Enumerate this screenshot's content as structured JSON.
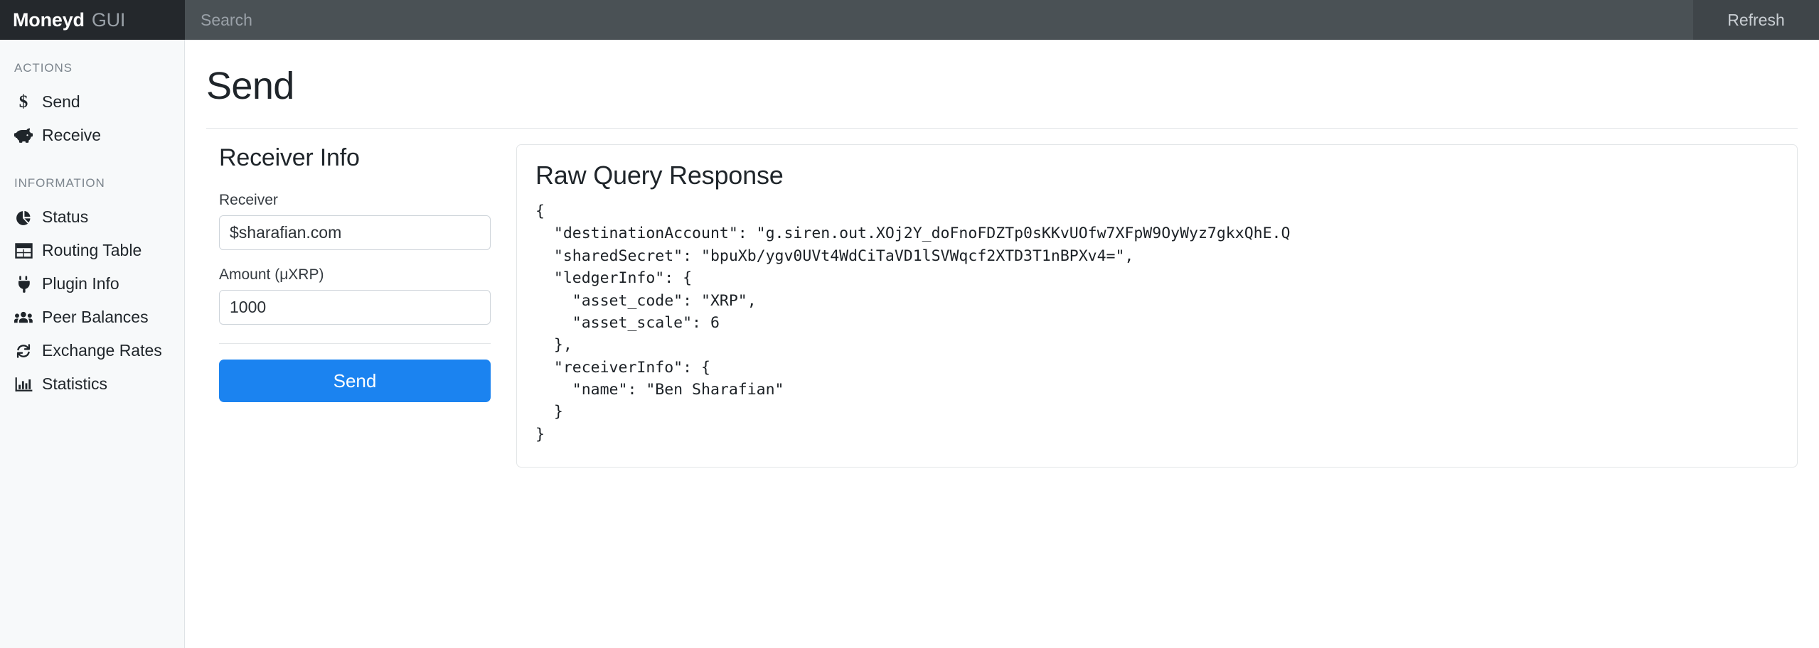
{
  "topbar": {
    "brand_name": "Moneyd",
    "brand_suffix": "GUI",
    "search_placeholder": "Search",
    "search_value": "",
    "refresh_label": "Refresh"
  },
  "sidebar": {
    "groups": [
      {
        "heading": "ACTIONS",
        "items": [
          {
            "label": "Send",
            "icon": "dollar-icon"
          },
          {
            "label": "Receive",
            "icon": "piggy-bank-icon"
          }
        ]
      },
      {
        "heading": "INFORMATION",
        "items": [
          {
            "label": "Status",
            "icon": "pie-chart-icon"
          },
          {
            "label": "Routing Table",
            "icon": "table-icon"
          },
          {
            "label": "Plugin Info",
            "icon": "plug-icon"
          },
          {
            "label": "Peer Balances",
            "icon": "users-icon"
          },
          {
            "label": "Exchange Rates",
            "icon": "sync-icon"
          },
          {
            "label": "Statistics",
            "icon": "bar-chart-icon"
          }
        ]
      }
    ]
  },
  "main": {
    "page_title": "Send",
    "form": {
      "section_title": "Receiver Info",
      "receiver_label": "Receiver",
      "receiver_value": "$sharafian.com",
      "receiver_placeholder": "$sharafian.com",
      "amount_label": "Amount (μXRP)",
      "amount_value": "1000",
      "amount_placeholder": "1000",
      "send_button_label": "Send"
    },
    "response_card": {
      "title": "Raw Query Response",
      "body": "{\n  \"destinationAccount\": \"g.siren.out.XOj2Y_doFnoFDZTp0sKKvUOfw7XFpW9OyWyz7gkxQhE.Q\n  \"sharedSecret\": \"bpuXb/ygv0UVt4WdCiTaVD1lSVWqcf2XTD3T1nBPXv4=\",\n  \"ledgerInfo\": {\n    \"asset_code\": \"XRP\",\n    \"asset_scale\": 6\n  },\n  \"receiverInfo\": {\n    \"name\": \"Ben Sharafian\"\n  }\n}"
    }
  },
  "colors": {
    "brand_bar": "#24282c",
    "topbar": "#3f4549",
    "search_bg": "#4a5155",
    "sidebar_bg": "#f7f9fa",
    "accent_blue": "#1b83f0",
    "text_dark": "#1f252a",
    "muted_text": "#7c858d",
    "border": "#e3e6e8"
  }
}
